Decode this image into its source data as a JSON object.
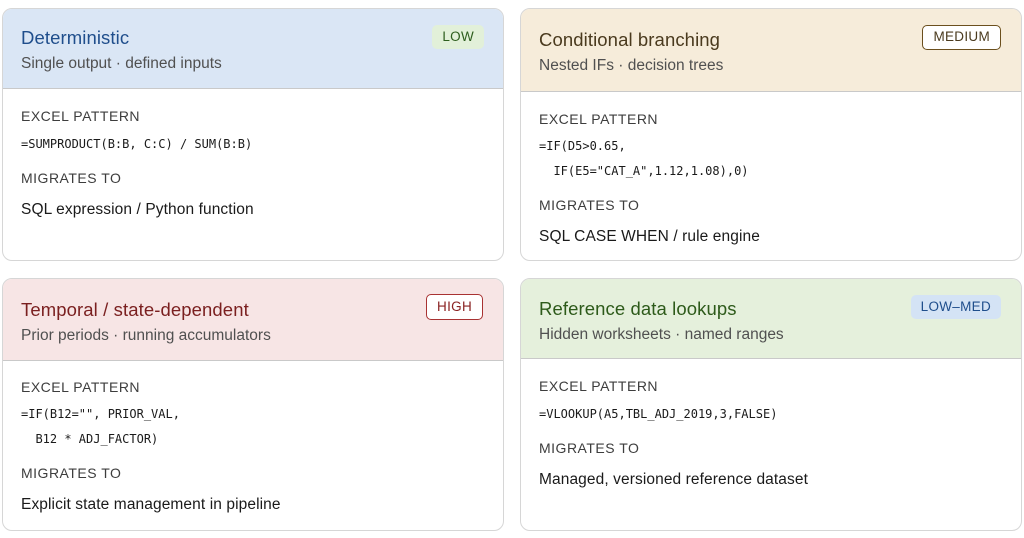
{
  "section_labels": {
    "pattern": "EXCEL PATTERN",
    "migrates": "MIGRATES TO"
  },
  "cards": [
    {
      "title": "Deterministic",
      "subtitle": "Single output · defined inputs",
      "badge": "LOW",
      "code_lines": [
        "=SUMPRODUCT(B:B, C:C) / SUM(B:B)"
      ],
      "migrates_to": "SQL expression / Python function",
      "colors": {
        "header_bg": "#dae6f5",
        "title": "#1f4e8c",
        "badge_bg": "#e2f0d9",
        "badge_text": "#2e5e1e"
      }
    },
    {
      "title": "Conditional branching",
      "subtitle": "Nested IFs · decision trees",
      "badge": "MEDIUM",
      "code_lines": [
        "=IF(D5>0.65,",
        "  IF(E5=\"CAT_A\",1.12,1.08),0)"
      ],
      "migrates_to": "SQL CASE WHEN / rule engine",
      "colors": {
        "header_bg": "#f6ecda",
        "title": "#4a3a1e",
        "badge_border": "#6b4f1d",
        "badge_text": "#4a3a1e"
      }
    },
    {
      "title": "Temporal / state-dependent",
      "subtitle": "Prior periods · running accumulators",
      "badge": "HIGH",
      "code_lines": [
        "=IF(B12=\"\", PRIOR_VAL,",
        "  B12 * ADJ_FACTOR)"
      ],
      "migrates_to": "Explicit state management in pipeline",
      "colors": {
        "header_bg": "#f7e5e5",
        "title": "#7a1f1f",
        "badge_border": "#a83232",
        "badge_text": "#8a2222"
      }
    },
    {
      "title": "Reference data lookups",
      "subtitle": "Hidden worksheets · named ranges",
      "badge": "LOW–MED",
      "code_lines": [
        "=VLOOKUP(A5,TBL_ADJ_2019,3,FALSE)"
      ],
      "migrates_to": "Managed, versioned reference dataset",
      "colors": {
        "header_bg": "#e5f0dc",
        "title": "#2d5a1a",
        "badge_bg": "#d4e3f5",
        "badge_text": "#1f4e8c"
      }
    }
  ]
}
